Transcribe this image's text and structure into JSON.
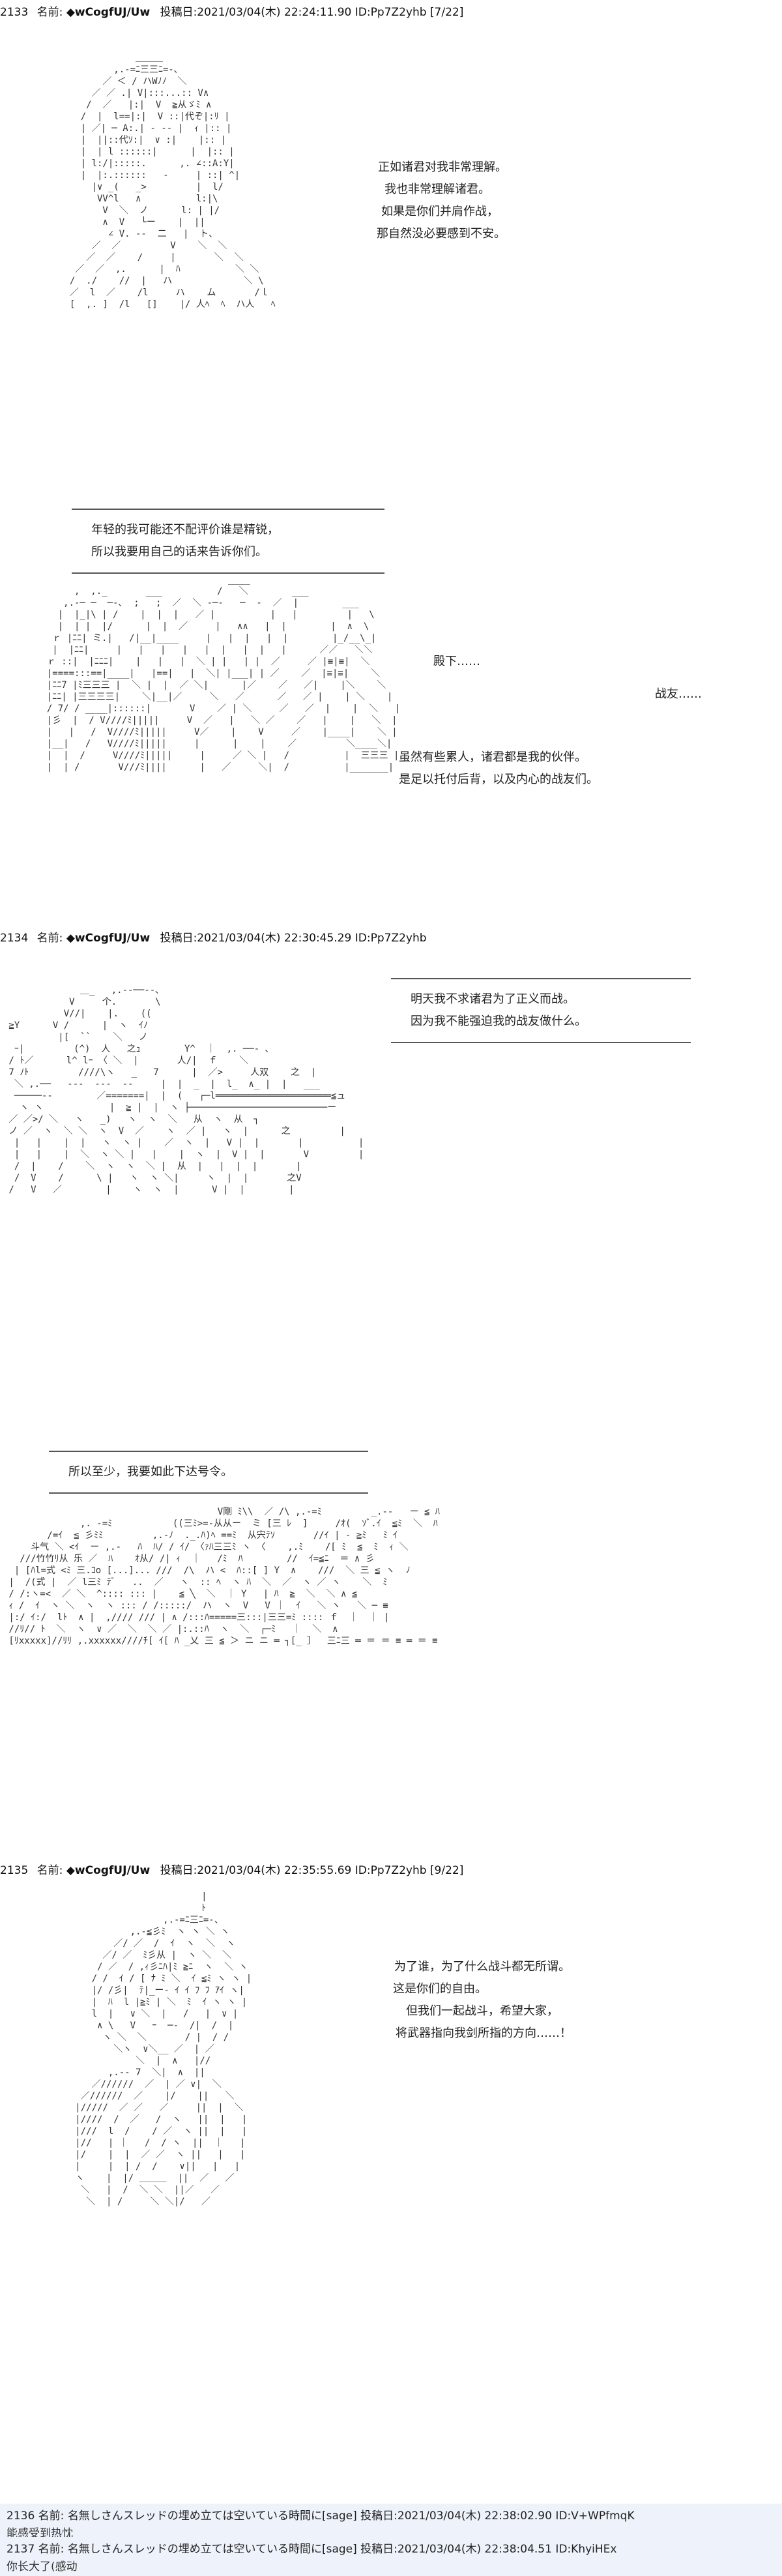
{
  "posts": [
    {
      "number": "2133",
      "name_label": "名前:",
      "name": "◆wCogfUJ/Uw",
      "posted": "投稿日:2021/03/04(木) 22:24:11.90 ID:Pp7Z2yhb [7/22]",
      "panel1": {
        "lines": [
          "正如诸君对我非常理解。",
          "我也非常理解诸君。",
          "如果是你们并肩作战，",
          "那自然没必要感到不安。"
        ]
      },
      "panel2": {
        "banner": [
          "年轻的我可能还不配评价谁是精锐，",
          "所以我要用自己的话来告诉你们。"
        ],
        "label_denka": "殿下……",
        "label_senyu": "战友……",
        "lines": [
          "虽然有些累人，诸君都是我的伙伴。",
          "是足以托付后背，以及内心的战友们。"
        ]
      }
    },
    {
      "number": "2134",
      "name_label": "名前:",
      "name": "◆wCogfUJ/Uw",
      "posted": "投稿日:2021/03/04(木) 22:30:45.29 ID:Pp7Z2yhb",
      "panel1": {
        "banner": [
          "明天我不求诸君为了正义而战。",
          "因为我不能强迫我的战友做什么。"
        ]
      },
      "panel2": {
        "banner": [
          "所以至少，我要如此下达号令。"
        ]
      }
    },
    {
      "number": "2135",
      "name_label": "名前:",
      "name": "◆wCogfUJ/Uw",
      "posted": "投稿日:2021/03/04(木) 22:35:55.69 ID:Pp7Z2yhb [9/22]",
      "panel1": {
        "lines": [
          "为了谁，为了什么战斗都无所谓。",
          "这是你们的自由。",
          "但我们一起战斗，希望大家，",
          "将武器指向我剑所指的方向……！"
        ]
      }
    }
  ],
  "replies": [
    {
      "number": "2136",
      "name_label": "名前:",
      "name": "名無しさんスレッドの埋め立ては空いている時間に[sage]",
      "posted": "投稿日:2021/03/04(木) 22:38:02.90 ID:V+WPfmqK",
      "body": "能感受到热忱"
    },
    {
      "number": "2137",
      "name_label": "名前:",
      "name": "名無しさんスレッドの埋め立ては空いている時間に[sage]",
      "posted": "投稿日:2021/03/04(木) 22:38:04.51 ID:KhyiHEx",
      "body": "你长大了(感动"
    }
  ]
}
